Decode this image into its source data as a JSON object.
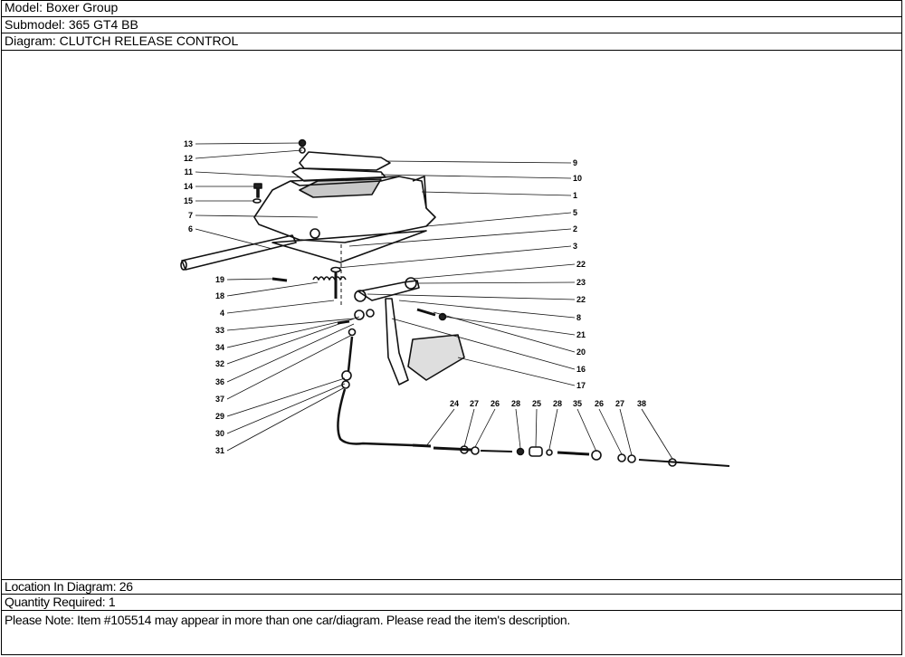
{
  "header": {
    "model": "Model: Boxer Group",
    "submodel": "Submodel: 365 GT4 BB",
    "diagram": "Diagram: CLUTCH RELEASE CONTROL"
  },
  "diagram": {
    "callouts_left": [
      "13",
      "12",
      "11",
      "14",
      "15",
      "7",
      "6",
      "19",
      "18",
      "4",
      "33",
      "34",
      "32",
      "36",
      "37",
      "29",
      "30",
      "31"
    ],
    "callouts_right": [
      "9",
      "10",
      "1",
      "5",
      "2",
      "3",
      "22",
      "23",
      "22",
      "8",
      "21",
      "20",
      "16",
      "17"
    ],
    "callouts_bottom": [
      "24",
      "27",
      "26",
      "28",
      "25",
      "28",
      "35",
      "26",
      "27",
      "38"
    ]
  },
  "footer": {
    "location": "Location In Diagram: 26",
    "quantity": "Quantity Required: 1",
    "note": "Please Note: Item #105514 may appear in more than one car/diagram. Please read the item's description."
  }
}
